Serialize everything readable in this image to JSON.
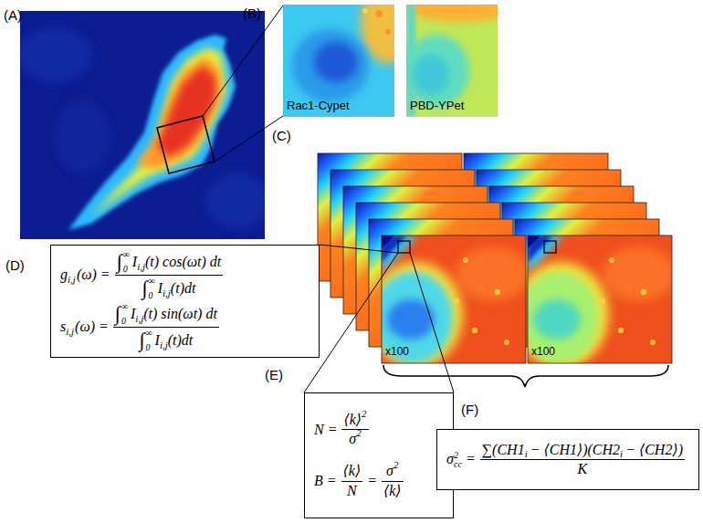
{
  "diagram": {
    "nodes": [
      {
        "text": [
          "g",
          "i,j",
          "(ω) =",
          "∞",
          "∫",
          "0",
          "I",
          "i,j",
          "(t) cos(ωt) dt",
          "∞",
          "∫",
          "0",
          "I",
          "i,j",
          "(t)dt",
          "s",
          "i,j",
          "(ω) =",
          "∞",
          "∫",
          "0",
          "I",
          "i,j",
          "(t) sin(ωt) dt",
          "∞",
          "∫",
          "0",
          "I",
          "i,j",
          "(t)dt"
        ]
      },
      {
        "text": [
          "N =",
          "⟨k⟩",
          "2",
          "σ",
          "2",
          "B =",
          "⟨k⟩",
          "N",
          "=",
          "σ",
          "2",
          "⟨k⟩"
        ]
      },
      {
        "text": [
          "σ",
          "2",
          "cc",
          "=",
          "∑(CH1",
          "i",
          "− ⟨CH1⟩)(CH2",
          "i",
          "− ⟨CH2⟩)",
          "K"
        ]
      }
    ],
    "labels": [
      "(A)",
      "(B)",
      "Rac1-Cypet",
      "PBD-YPet",
      "(C)",
      "x100",
      "x100",
      "(D)",
      "(E)",
      "(F)"
    ]
  }
}
